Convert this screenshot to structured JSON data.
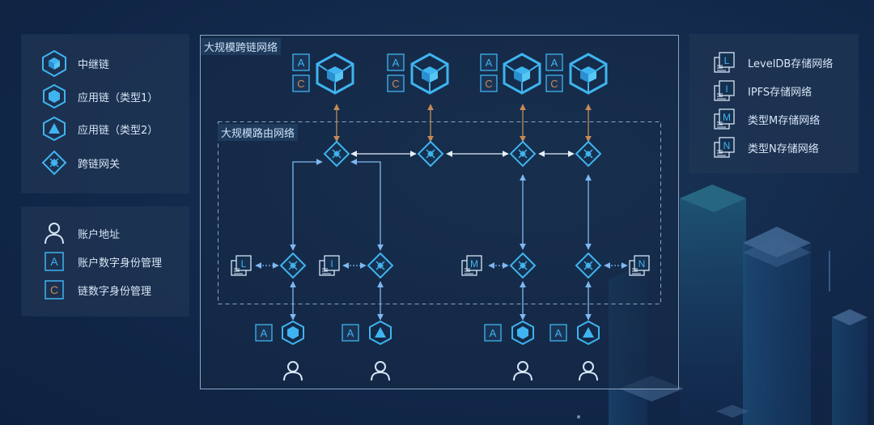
{
  "legend_chains": {
    "items": [
      {
        "label": "中继链",
        "icon": "relay-chain-cube-icon"
      },
      {
        "label": "应用链（类型1）",
        "icon": "hexagon-app-chain-icon"
      },
      {
        "label": "应用链（类型2）",
        "icon": "triangle-app-chain-icon"
      },
      {
        "label": "跨链网关",
        "icon": "gateway-diamond-icon"
      }
    ]
  },
  "legend_identity": {
    "items": [
      {
        "label": "账户地址",
        "icon": "user-icon"
      },
      {
        "label": "账户数字身份管理",
        "icon": "account-identity-a-icon",
        "glyph": "A"
      },
      {
        "label": "链数字身份管理",
        "icon": "chain-identity-c-icon",
        "glyph": "C"
      }
    ]
  },
  "legend_storage": {
    "items": [
      {
        "label": "LevelDB存储网络",
        "glyph": "L"
      },
      {
        "label": "IPFS存储网络",
        "glyph": "I"
      },
      {
        "label": "类型M存储网络",
        "glyph": "M"
      },
      {
        "label": "类型N存储网络",
        "glyph": "N"
      }
    ]
  },
  "diagram": {
    "outer_label": "大规模跨链网络",
    "inner_label": "大规模路由网络",
    "identity_a": "A",
    "identity_c": "C",
    "storage_glyphs": [
      "L",
      "I",
      "M",
      "N"
    ]
  },
  "colors": {
    "accent": "#3fb4f0",
    "line": "#7fb8f0",
    "orange": "#c48a5a",
    "panel": "#1e3452"
  }
}
